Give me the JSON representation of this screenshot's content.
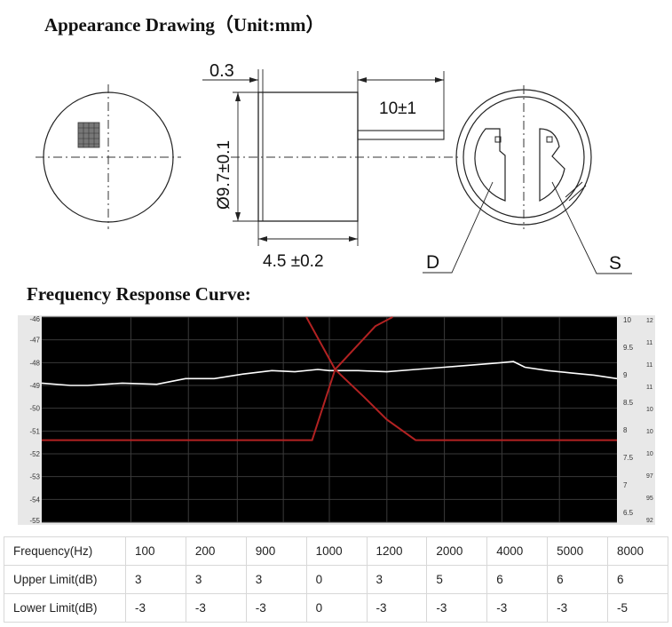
{
  "titles": {
    "appearance": "Appearance Drawing（Unit:mm）",
    "frequency": "Frequency Response Curve:"
  },
  "drawing": {
    "dim_thickness": "0.3",
    "dim_diameter": "Ø9.7±0.1",
    "dim_height": "4.5 ±0.2",
    "dim_lead": "10±1",
    "label_d": "D",
    "label_s": "S"
  },
  "chart_data": {
    "type": "line",
    "background": "#000000",
    "grid_color": "#3a3a3a",
    "left_axis": {
      "ylim": [
        -55,
        -46
      ],
      "ticks": [
        "-46",
        "-47",
        "-48",
        "-49",
        "-50",
        "-51",
        "-52",
        "-53",
        "-54",
        "-55"
      ]
    },
    "right_axis_inner": {
      "ticks": [
        "10",
        "9.5",
        "9",
        "8.5",
        "8",
        "7.5",
        "7",
        "6.5"
      ]
    },
    "right_axis_outer": {
      "ticks": [
        "12",
        "11",
        "11",
        "11",
        "10",
        "10",
        "10",
        "97",
        "95",
        "92"
      ]
    },
    "series": [
      {
        "color": "#ffffff",
        "x": [
          0,
          0.05,
          0.08,
          0.11,
          0.14,
          0.2,
          0.25,
          0.3,
          0.35,
          0.4,
          0.44,
          0.48,
          0.5,
          0.55,
          0.6,
          0.65,
          0.7,
          0.75,
          0.8,
          0.82,
          0.84,
          0.88,
          0.92,
          0.96,
          1.0
        ],
        "y": [
          -48.9,
          -49.0,
          -49.0,
          -48.95,
          -48.9,
          -48.95,
          -48.7,
          -48.7,
          -48.5,
          -48.35,
          -48.4,
          -48.3,
          -48.35,
          -48.35,
          -48.4,
          -48.3,
          -48.2,
          -48.1,
          -48.0,
          -47.95,
          -48.2,
          -48.35,
          -48.45,
          -48.55,
          -48.7
        ]
      },
      {
        "color": "#b22222",
        "x": [
          0,
          0.47,
          0.51,
          0.58,
          0.61
        ],
        "y": [
          -51.4,
          -51.4,
          -48.3,
          -46.4,
          -46.0
        ]
      },
      {
        "color": "#b22222",
        "x": [
          0.46,
          0.51,
          0.56,
          0.6,
          0.65,
          1.0
        ],
        "y": [
          -46.0,
          -48.3,
          -49.5,
          -50.5,
          -51.4,
          -51.4
        ]
      }
    ]
  },
  "table": {
    "headers": [
      "Frequency(Hz)",
      "100",
      "200",
      "900",
      "1000",
      "1200",
      "2000",
      "4000",
      "5000",
      "8000"
    ],
    "rows": [
      [
        "Upper Limit(dB)",
        "3",
        "3",
        "3",
        "0",
        "3",
        "5",
        "6",
        "6",
        "6"
      ],
      [
        "Lower Limit(dB)",
        "-3",
        "-3",
        "-3",
        "0",
        "-3",
        "-3",
        "-3",
        "-3",
        "-5"
      ]
    ]
  }
}
